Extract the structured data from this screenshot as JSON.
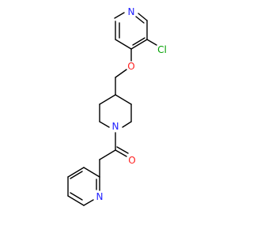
{
  "molecule": {
    "atoms": {
      "n_pyridine_top": {
        "label": "N",
        "color": "#2020ff"
      },
      "cl": {
        "label": "Cl",
        "color": "#00a000"
      },
      "o_ether": {
        "label": "O",
        "color": "#ff2020"
      },
      "n_piperidine": {
        "label": "N",
        "color": "#2020ff"
      },
      "o_carbonyl": {
        "label": "O",
        "color": "#ff2020"
      },
      "n_pyridine_bottom": {
        "label": "N",
        "color": "#2020ff"
      }
    },
    "bond_color": "#000000",
    "background": "#ffffff"
  }
}
